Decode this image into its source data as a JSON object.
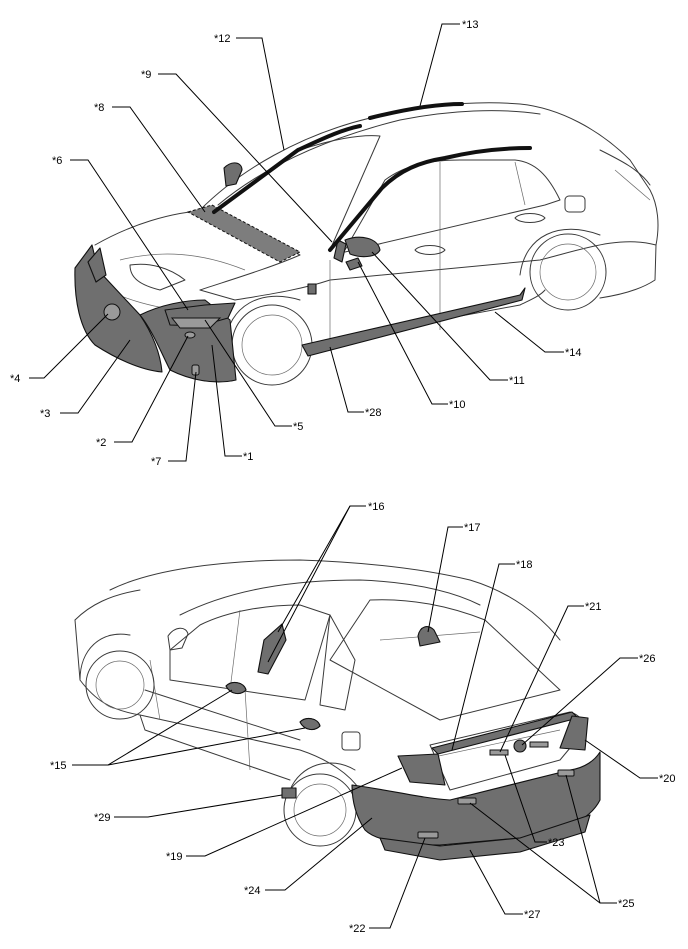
{
  "diagram": {
    "callouts": [
      {
        "id": "c1",
        "text": "*1"
      },
      {
        "id": "c2",
        "text": "*2"
      },
      {
        "id": "c3",
        "text": "*3"
      },
      {
        "id": "c4",
        "text": "*4"
      },
      {
        "id": "c5",
        "text": "*5"
      },
      {
        "id": "c6",
        "text": "*6"
      },
      {
        "id": "c7",
        "text": "*7"
      },
      {
        "id": "c8",
        "text": "*8"
      },
      {
        "id": "c9",
        "text": "*9"
      },
      {
        "id": "c10",
        "text": "*10"
      },
      {
        "id": "c11",
        "text": "*11"
      },
      {
        "id": "c12",
        "text": "*12"
      },
      {
        "id": "c13",
        "text": "*13"
      },
      {
        "id": "c14",
        "text": "*14"
      },
      {
        "id": "c15",
        "text": "*15"
      },
      {
        "id": "c16",
        "text": "*16"
      },
      {
        "id": "c17",
        "text": "*17"
      },
      {
        "id": "c18",
        "text": "*18"
      },
      {
        "id": "c19",
        "text": "*19"
      },
      {
        "id": "c20",
        "text": "*20"
      },
      {
        "id": "c21",
        "text": "*21"
      },
      {
        "id": "c22",
        "text": "*22"
      },
      {
        "id": "c23",
        "text": "*23"
      },
      {
        "id": "c24",
        "text": "*24"
      },
      {
        "id": "c25",
        "text": "*25"
      },
      {
        "id": "c26",
        "text": "*26"
      },
      {
        "id": "c27",
        "text": "*27"
      },
      {
        "id": "c28",
        "text": "*28"
      },
      {
        "id": "c29",
        "text": "*29"
      }
    ],
    "colors": {
      "line": "#3a3a3a",
      "part_fill": "#6f6f6f",
      "leader": "#000000"
    }
  }
}
